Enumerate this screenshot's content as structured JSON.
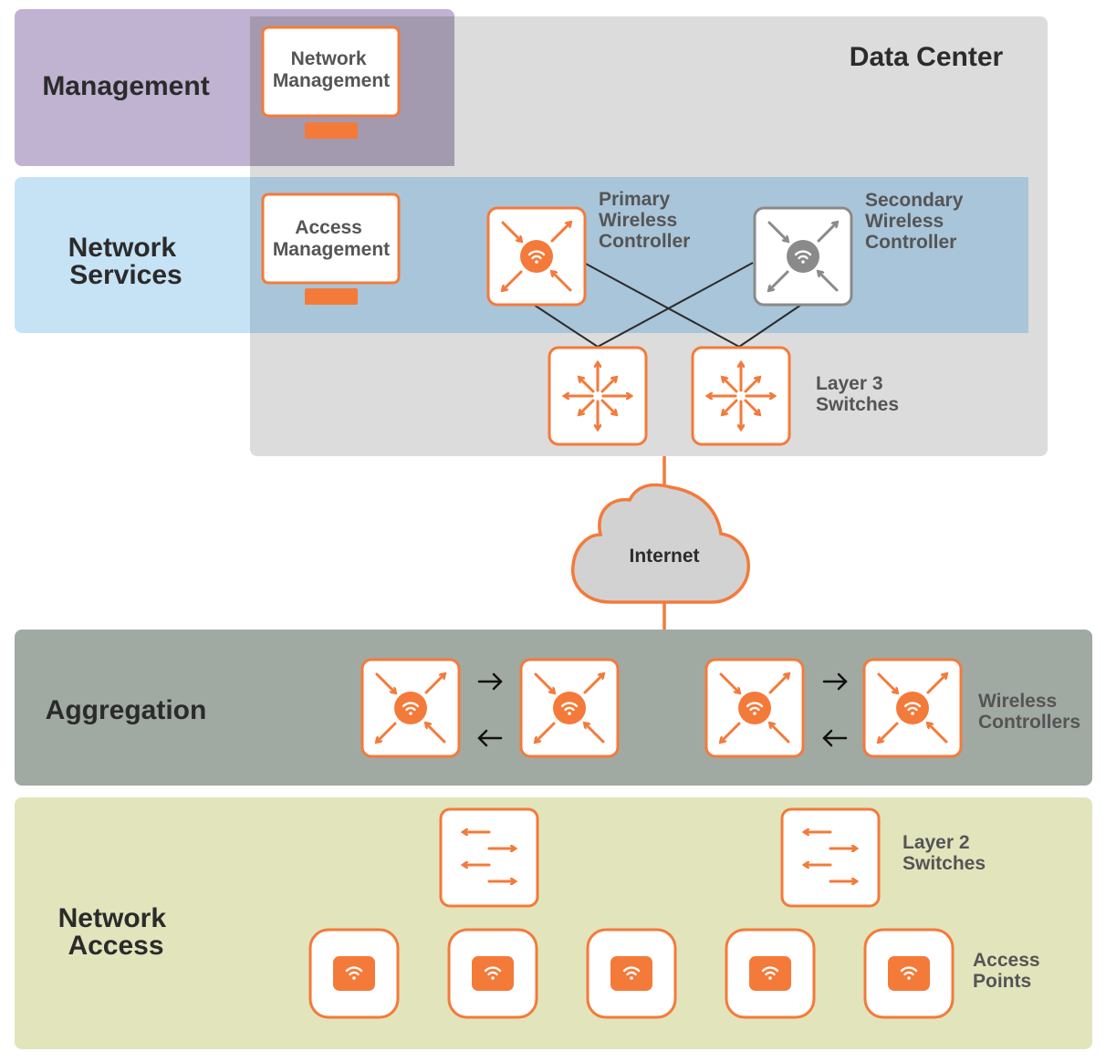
{
  "zones": {
    "data_center": "Data Center",
    "management": "Management",
    "network_services": [
      "Network",
      "Services"
    ],
    "aggregation": "Aggregation",
    "network_access": [
      "Network",
      "Access"
    ]
  },
  "boxes": {
    "network_management": [
      "Network",
      "Management"
    ],
    "access_management": [
      "Access",
      "Management"
    ]
  },
  "labels": {
    "primary_wlc": [
      "Primary",
      "Wireless",
      "Controller"
    ],
    "secondary_wlc": [
      "Secondary",
      "Wireless",
      "Controller"
    ],
    "layer3": [
      "Layer 3",
      "Switches"
    ],
    "internet": "Internet",
    "wireless_controllers": [
      "Wireless",
      "Controllers"
    ],
    "layer2": [
      "Layer 2",
      "Switches"
    ],
    "access_points": [
      "Access",
      "Points"
    ]
  },
  "colors": {
    "accent": "#f47a3a",
    "management_zone": "#bfb3d1",
    "services_zone": "#c6e3f5",
    "data_center_zone": "#dcdcdc",
    "aggregation_zone": "#a0aaa2",
    "access_zone": "#e2e4bc",
    "secondary_grey": "#8a8a8a"
  },
  "icons": {
    "wireless_controller": "wireless-controller-icon",
    "layer3_switch": "layer3-switch-icon",
    "layer2_switch": "layer2-switch-icon",
    "access_point": "access-point-icon",
    "cloud": "cloud-icon",
    "monitor": "monitor-icon"
  }
}
